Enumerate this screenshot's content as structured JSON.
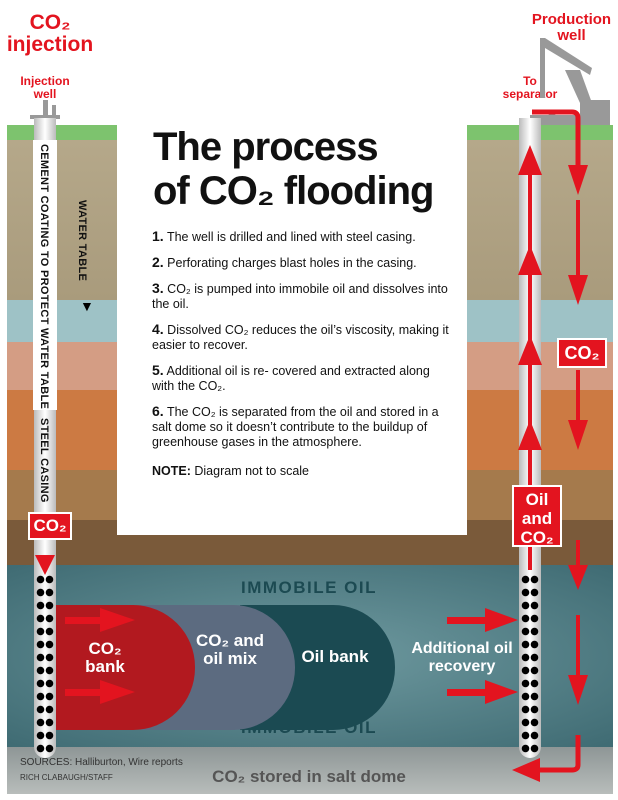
{
  "labels": {
    "co2_injection": "CO₂ injection",
    "injection_well": "Injection well",
    "production_well": "Production well",
    "to_separator": "To separator"
  },
  "title": {
    "line1": "The process",
    "line2": "of CO₂ flooding"
  },
  "steps": [
    {
      "num": "1.",
      "text": "The well is drilled and lined with steel casing."
    },
    {
      "num": "2.",
      "text": "Perforating charges blast holes in the casing."
    },
    {
      "num": "3.",
      "text": "CO₂ is pumped into immobile oil and dissolves into the oil."
    },
    {
      "num": "4.",
      "text": "Dissolved CO₂ reduces the oil’s viscosity, making it easier to recover."
    },
    {
      "num": "5.",
      "text": "Additional oil is re- covered and extracted along with the CO₂."
    },
    {
      "num": "6.",
      "text": "The CO₂ is separated from the oil and stored in a salt dome so it doesn’t contribute to the buildup of greenhouse gases in the atmosphere."
    }
  ],
  "note": {
    "label": "NOTE:",
    "text": "Diagram not to scale"
  },
  "well_labels": {
    "cement": "CEMENT COATING TO PROTECT WATER TABLE",
    "water_table": "WATER TABLE",
    "steel_casing": "STEEL CASING",
    "co2_left": "CO₂",
    "co2_right": "CO₂",
    "oil_and_co2": "Oil and CO₂"
  },
  "reservoir": {
    "immobile_top": "IMMOBILE OIL",
    "immobile_bottom": "IMMOBILE OIL",
    "co2_bank": "CO₂ bank",
    "mix": "CO₂ and oil mix",
    "oil_bank": "Oil bank",
    "additional": "Additional oil recovery"
  },
  "footer": {
    "sources": "SOURCES: Halliburton, Wire reports",
    "credit": "RICH CLABAUGH/STAFF",
    "salt_dome": "CO₂ stored in salt dome"
  },
  "colors": {
    "accent": "#e3141f"
  }
}
